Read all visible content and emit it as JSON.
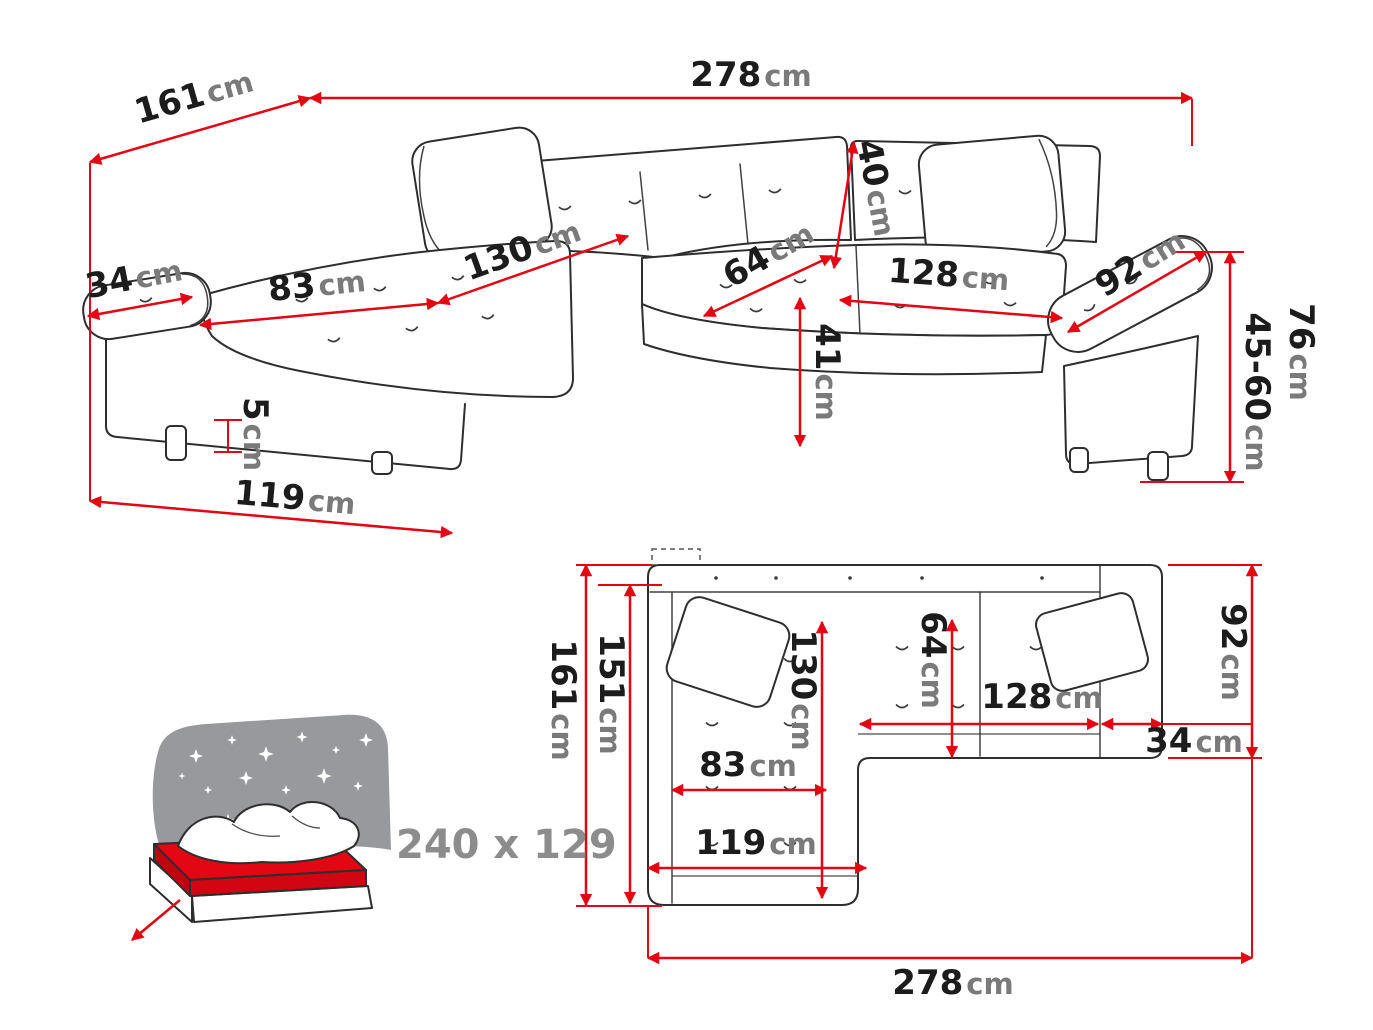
{
  "unit": "cm",
  "colors": {
    "dimension_red": "#e30613",
    "outline_black": "#2e2e2e",
    "value_text": "#1c1c1c",
    "unit_text": "#7a7a7a",
    "icon_gray": "#97999c",
    "mattress_red": "#e30613"
  },
  "perspective_view": {
    "dimensions": {
      "total_width": {
        "v": "278",
        "u": "cm"
      },
      "total_depth": {
        "v": "161",
        "u": "cm"
      },
      "left_armrest_width": {
        "v": "34",
        "u": "cm"
      },
      "chaise_seat_width": {
        "v": "83",
        "u": "cm"
      },
      "chaise_seat_length": {
        "v": "130",
        "u": "cm"
      },
      "backrest_height": {
        "v": "40",
        "u": "cm"
      },
      "seat_depth": {
        "v": "64",
        "u": "cm"
      },
      "seat_width": {
        "v": "128",
        "u": "cm"
      },
      "right_armrest_length": {
        "v": "92",
        "u": "cm"
      },
      "total_height": {
        "v": "76",
        "u": "cm"
      },
      "armrest_height": {
        "v": "45-60",
        "u": "cm"
      },
      "seat_height": {
        "v": "41",
        "u": "cm"
      },
      "leg_height": {
        "v": "5",
        "u": "cm"
      },
      "chaise_outer_width": {
        "v": "119",
        "u": "cm"
      }
    }
  },
  "top_view": {
    "dimensions": {
      "total_depth": {
        "v": "161",
        "u": "cm"
      },
      "inner_depth": {
        "v": "151",
        "u": "cm"
      },
      "chaise_length": {
        "v": "130",
        "u": "cm"
      },
      "seat_depth": {
        "v": "64",
        "u": "cm"
      },
      "right_side_depth": {
        "v": "92",
        "u": "cm"
      },
      "seat_width": {
        "v": "128",
        "u": "cm"
      },
      "armrest_width": {
        "v": "34",
        "u": "cm"
      },
      "chaise_seat_width": {
        "v": "83",
        "u": "cm"
      },
      "chaise_outer_width": {
        "v": "119",
        "u": "cm"
      },
      "total_width": {
        "v": "278",
        "u": "cm"
      }
    }
  },
  "sleeping_function": {
    "bed_size": "240 x 129"
  }
}
